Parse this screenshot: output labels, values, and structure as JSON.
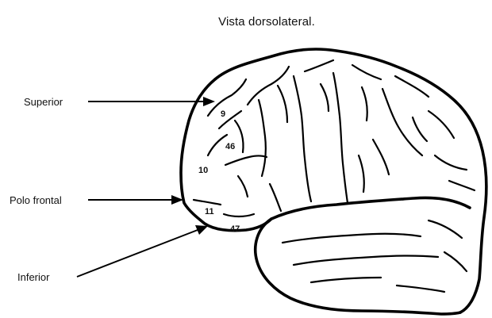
{
  "title": "Vista dorsolateral.",
  "labels": {
    "superior": "Superior",
    "polo_frontal": "Polo frontal",
    "inferior": "Inferior"
  },
  "areas": {
    "a9": "9",
    "a46": "46",
    "a10": "10",
    "a11": "11",
    "a47": "47"
  }
}
